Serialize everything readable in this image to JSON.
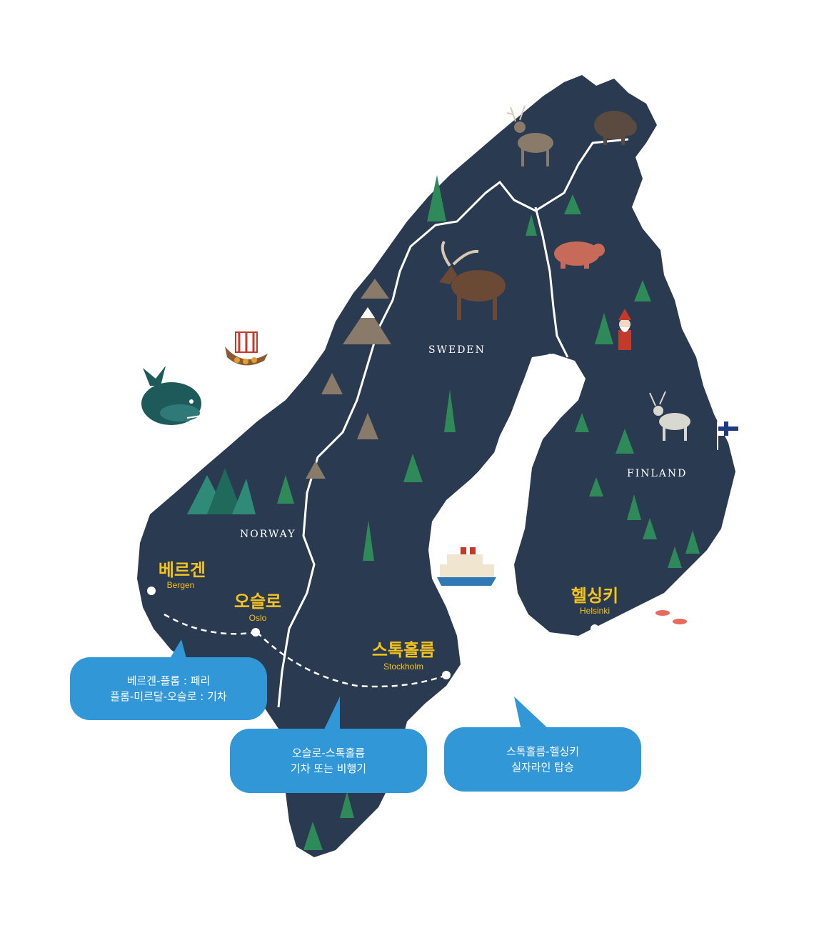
{
  "countries": {
    "norway": "NORWAY",
    "sweden": "SWEDEN",
    "finland": "FINLAND"
  },
  "cities": {
    "bergen": {
      "ko": "베르겐",
      "en": "Bergen"
    },
    "oslo": {
      "ko": "오슬로",
      "en": "Oslo"
    },
    "stockholm": {
      "ko": "스톡홀름",
      "en": "Stockholm"
    },
    "helsinki": {
      "ko": "헬싱키",
      "en": "Helsinki"
    }
  },
  "route_notes": {
    "bergen_oslo": {
      "line1": "베르겐-플롬 : 페리",
      "line2": "플롬-미르달-오슬로 : 기차"
    },
    "oslo_stockholm": {
      "line1": "오슬로-스톡홀름",
      "line2": "기차 또는 비행기"
    },
    "stockholm_helsinki": {
      "line1": "스톡홀름-헬싱키",
      "line2": "실자라인 탑승"
    }
  },
  "icons": [
    "whale-icon",
    "viking-ship-icon",
    "reindeer-icon",
    "musk-ox-icon",
    "moose-icon",
    "bear-icon",
    "santa-icon",
    "ferry-icon",
    "finland-flag-icon",
    "fish-icon",
    "tree-icon",
    "mountain-icon"
  ],
  "colors": {
    "land": "#2a3a50",
    "label": "#f6c31c",
    "bubble": "#3197d6",
    "route": "#ffffff"
  }
}
